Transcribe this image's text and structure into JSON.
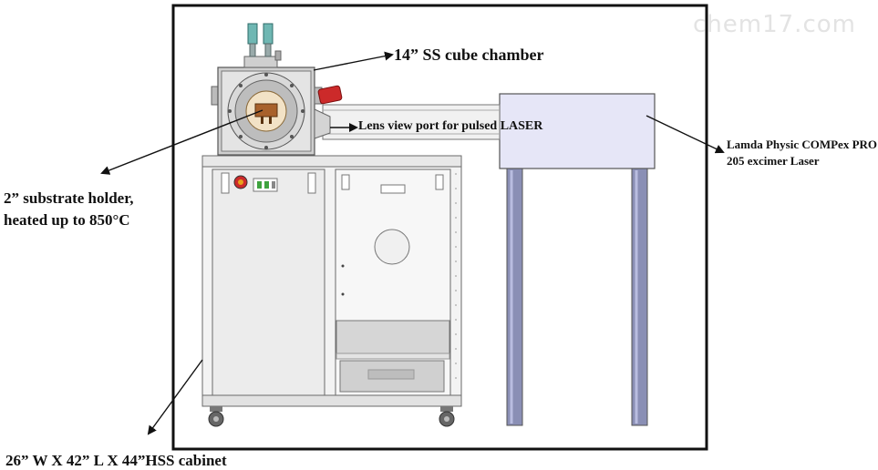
{
  "watermark": "chem17.com",
  "labels": {
    "chamber": "14” SS cube chamber",
    "lens_port": "Lens view port for pulsed LASER",
    "laser": "Lamda Physic COMPex PRO 205 excimer Laser",
    "holder": "2” substrate holder, heated up to 850°C",
    "cabinet": "26” W X 42” L X 44”HSS cabinet"
  },
  "colors": {
    "frame": "#111111",
    "laser_box": "#e6e6f7",
    "laser_legs": "#8a8fb5",
    "cabinet_fill": "#f1f1f1",
    "cabinet_line": "#6a6a6a",
    "red_accent": "#cc2a2a",
    "copper": "#a8612b",
    "teal_fittings": "#6fb7b3",
    "green_led": "#3fa33f"
  },
  "icons": {
    "emergency_stop": "red-circle",
    "pointer_arrows": "arrowhead"
  }
}
